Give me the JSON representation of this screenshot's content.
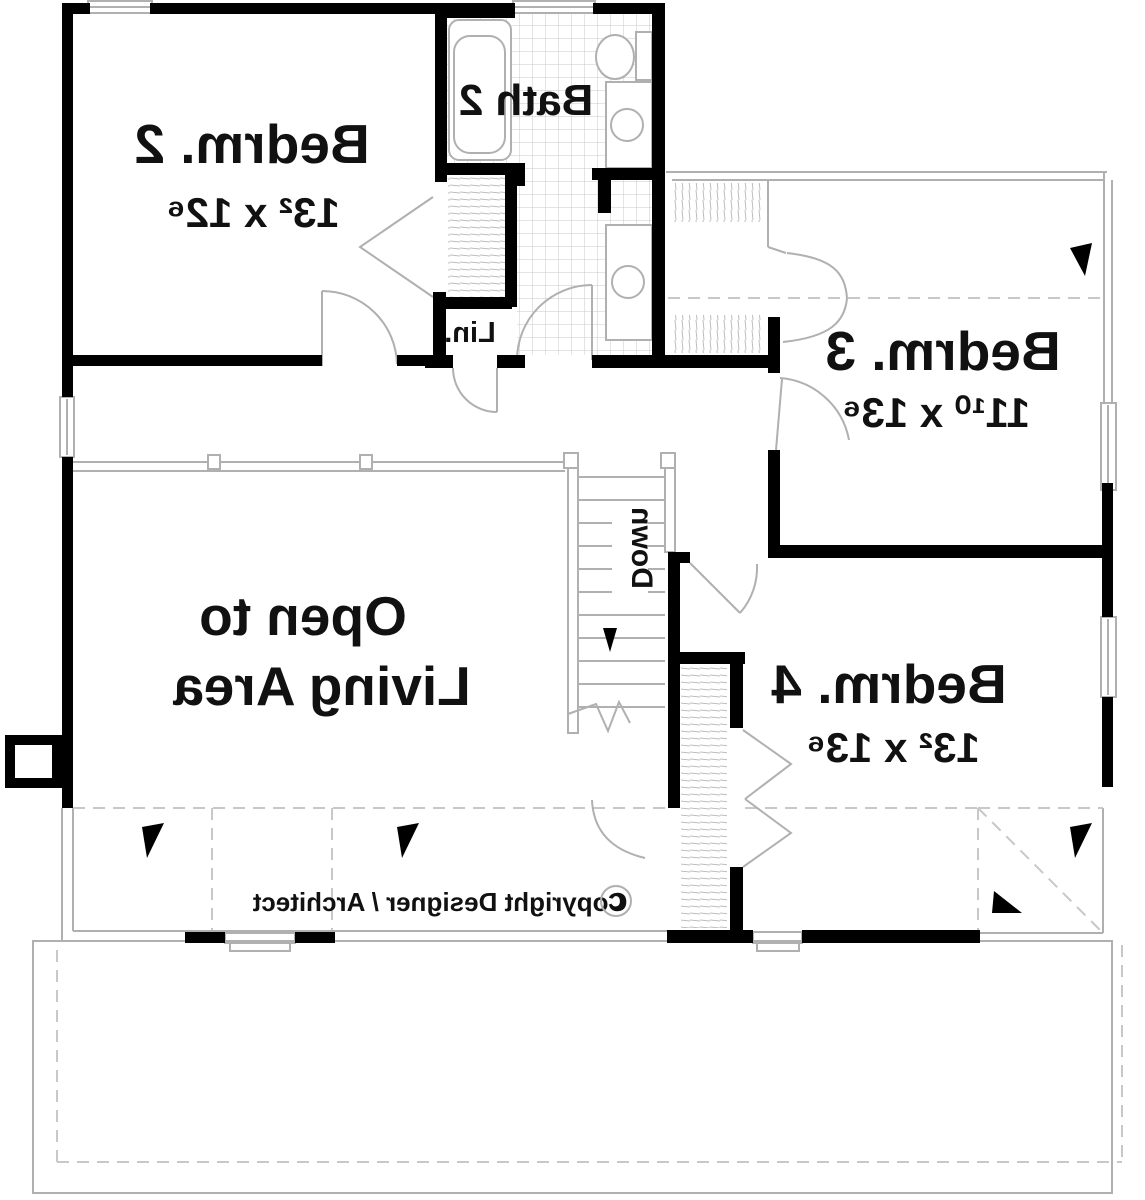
{
  "plan": {
    "type": "floor-plan-upper-level",
    "mirrored": true,
    "rooms": {
      "bedroom2": {
        "label": "Bedrm. 2",
        "dims": "13² x 12⁶"
      },
      "bath2": {
        "label": "Bath 2"
      },
      "bedroom3": {
        "label": "Bedrm. 3",
        "dims": "11¹⁰ x 13⁶"
      },
      "bedroom4": {
        "label": "Bedrm. 4",
        "dims": "13² x 13⁶"
      },
      "open_area": {
        "line1": "Open to",
        "line2": "Living Area"
      },
      "linen": {
        "label": "Lin."
      }
    },
    "stairs": {
      "label": "Down"
    },
    "copyright": {
      "text": "Copyright Designer / Architect",
      "symbol": "C"
    },
    "colors": {
      "wall": "#000000",
      "thin_line": "#b0b0b0",
      "dashed": "#c8c8c8",
      "text": "#111111"
    }
  }
}
